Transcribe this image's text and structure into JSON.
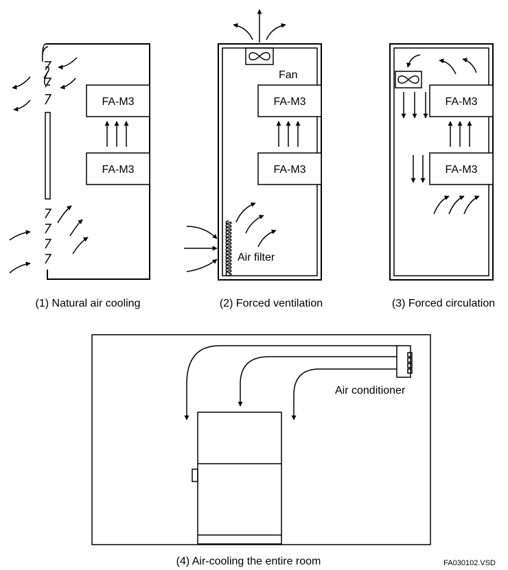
{
  "panel1": {
    "module_top": "FA-M3",
    "module_bottom": "FA-M3",
    "caption": "(1) Natural air cooling"
  },
  "panel2": {
    "fan_label": "Fan",
    "module_top": "FA-M3",
    "module_bottom": "FA-M3",
    "filter_label": "Air filter",
    "caption": "(2) Forced ventilation"
  },
  "panel3": {
    "module_top": "FA-M3",
    "module_bottom": "FA-M3",
    "caption": "(3) Forced circulation"
  },
  "panel4": {
    "ac_label": "Air conditioner",
    "caption": "(4) Air-cooling the entire room"
  },
  "file_ref": "FA030102.VSD",
  "icons": {
    "fan": "fan-icon",
    "arrow": "arrow-icon",
    "air_conditioner": "air-conditioner-icon"
  }
}
